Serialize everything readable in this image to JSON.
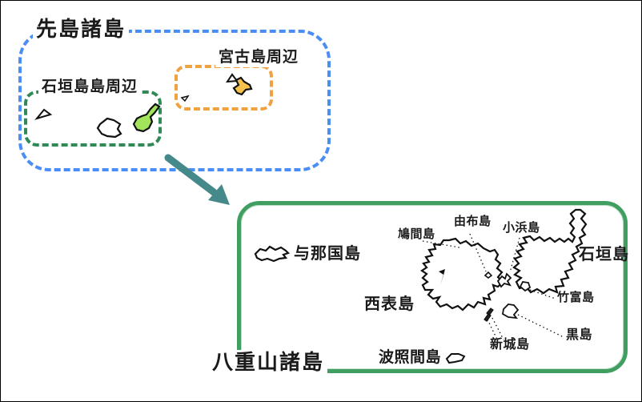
{
  "overview": {
    "title": "先島諸島",
    "border_color": "#4a8ef5",
    "ishigaki_area_label": "石垣島島周辺",
    "ishigaki_area_border_color": "#2f8a56",
    "ishigaki_fill": "#a2e55b",
    "miyako_area_label": "宮古島周辺",
    "miyako_area_border_color": "#f0a240",
    "miyako_fill": "#f6c24a"
  },
  "arrow": {
    "color": "#46898b"
  },
  "detail": {
    "title": "八重山諸島",
    "border_color": "#3f9e60",
    "islands": [
      {
        "name": "与那国島"
      },
      {
        "name": "鳩間島"
      },
      {
        "name": "由布島"
      },
      {
        "name": "小浜島"
      },
      {
        "name": "石垣島"
      },
      {
        "name": "竹富島"
      },
      {
        "name": "西表島"
      },
      {
        "name": "新城島"
      },
      {
        "name": "黒島"
      },
      {
        "name": "波照間島"
      }
    ]
  }
}
